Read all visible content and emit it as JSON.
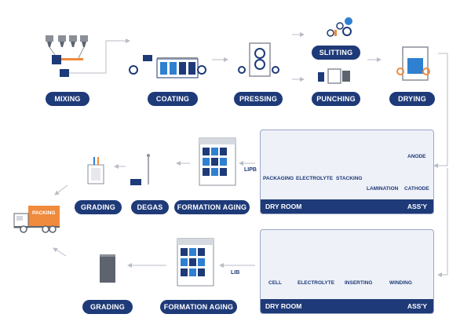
{
  "steps_row1": {
    "mixing": "MIXING",
    "coating": "COATING",
    "pressing": "PRESSING",
    "slitting": "SLITTING",
    "punching": "PUNCHING",
    "drying": "DRYING"
  },
  "dry_room_1": {
    "room_label": "DRY ROOM",
    "assy_label": "ASS'Y",
    "packaging": "PACKAGING",
    "electrolyte": "ELECTROLYTE",
    "stacking": "STACKING",
    "lamination": "LAMINATION",
    "anode": "ANODE",
    "cathode": "CATHODE"
  },
  "row2": {
    "formation_aging": "FORMATION AGING",
    "degas": "DEGAS",
    "grading": "GRADING",
    "lipb": "LIPB"
  },
  "packing": "PACKING",
  "dry_room_2": {
    "room_label": "DRY ROOM",
    "assy_label": "ASS'Y",
    "cell": "CELL",
    "electrolyte": "ELECTROLYTE",
    "inserting": "INSERTING",
    "winding": "WINDING"
  },
  "row3": {
    "formation_aging": "FORMATION AGING",
    "grading": "GRADING",
    "lib": "LIB"
  },
  "colors": {
    "navy": "#1e3a78",
    "blue": "#2f80d1",
    "orange": "#f08a3c",
    "gray": "#8a8f98"
  }
}
